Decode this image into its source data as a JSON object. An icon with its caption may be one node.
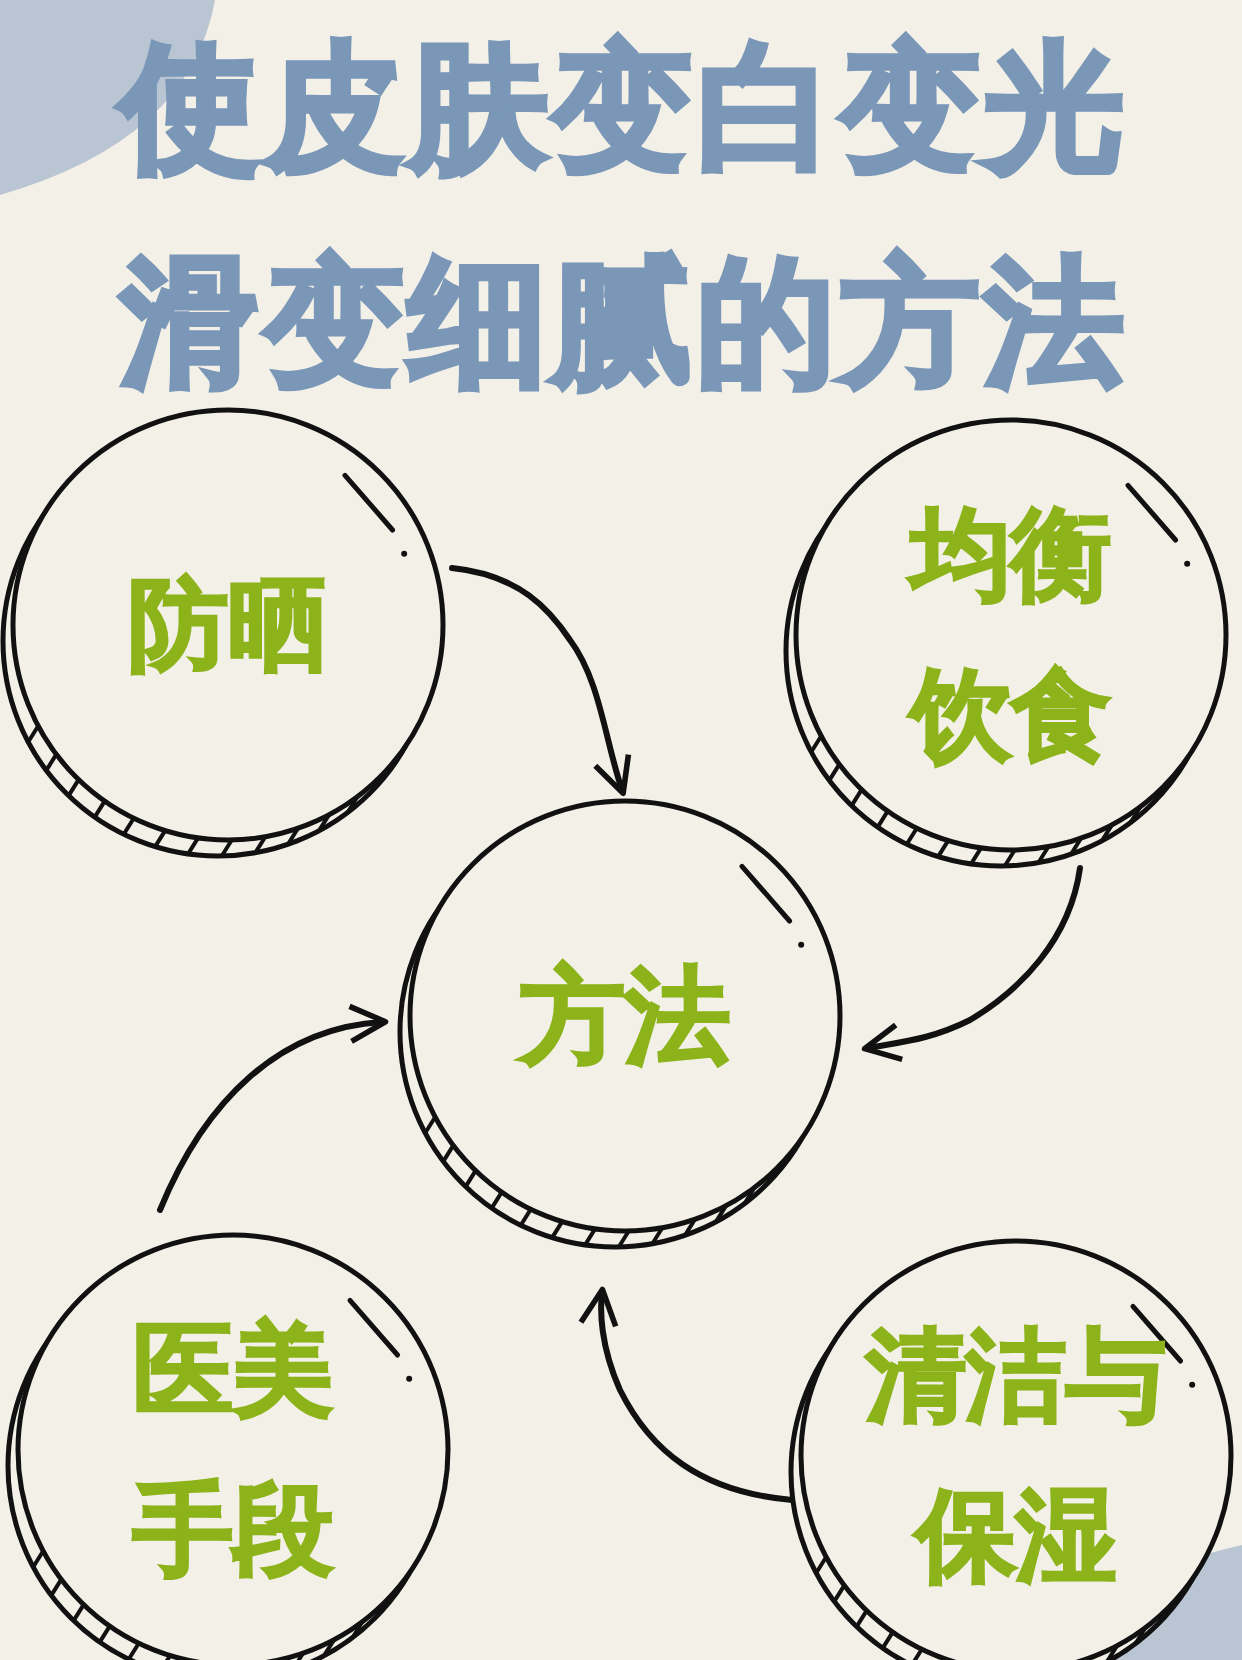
{
  "diagram": {
    "title": "使皮肤变白变光滑变细腻的方法",
    "nodes": [
      {
        "text": [
          "方法"
        ]
      },
      {
        "text": [
          "防晒"
        ]
      },
      {
        "text": [
          "均衡饮食"
        ]
      },
      {
        "text": [
          "医美手段"
        ]
      },
      {
        "text": [
          "清洁与保湿"
        ]
      }
    ],
    "edges": [
      {
        "from": 1,
        "to": 0,
        "arrow": "to"
      },
      {
        "from": 2,
        "to": 0,
        "arrow": "to"
      },
      {
        "from": 3,
        "to": 0,
        "arrow": "to"
      },
      {
        "from": 4,
        "to": 0,
        "arrow": "to"
      }
    ]
  }
}
